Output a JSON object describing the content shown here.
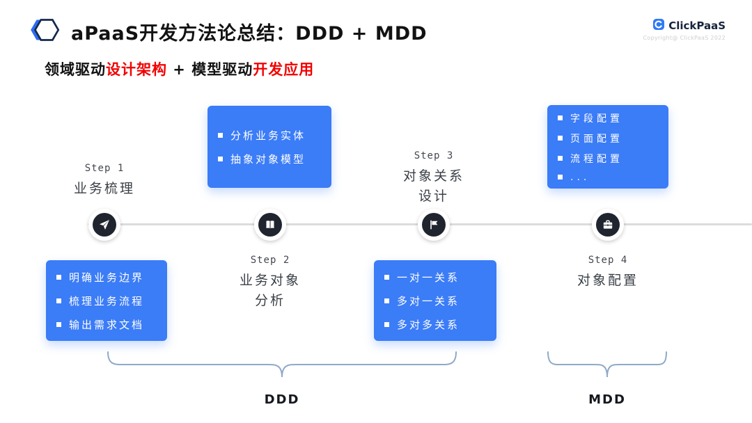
{
  "header": {
    "title": "aPaaS开发方法论总结：DDD + MDD",
    "logo_text": "ClickPaaS",
    "copyright": "Copyright@ ClickPaaS 2022"
  },
  "subtitle": {
    "part1": "领域驱动",
    "part2": "设计架构",
    "part3": " + 模型驱动",
    "part4": "开发应用"
  },
  "steps": [
    {
      "label": "Step 1",
      "title_lines": [
        "业务梳理"
      ],
      "icon": "paper-plane-icon",
      "items": [
        "明确业务边界",
        "梳理业务流程",
        "输出需求文档"
      ]
    },
    {
      "label": "Step 2",
      "title_lines": [
        "业务对象",
        "分析"
      ],
      "icon": "book-icon",
      "items": [
        "分析业务实体",
        "抽象对象模型"
      ]
    },
    {
      "label": "Step 3",
      "title_lines": [
        "对象关系",
        "设计"
      ],
      "icon": "flag-icon",
      "items": [
        "一对一关系",
        "多对一关系",
        "多对多关系"
      ]
    },
    {
      "label": "Step 4",
      "title_lines": [
        "对象配置"
      ],
      "icon": "briefcase-icon",
      "items": [
        "字段配置",
        "页面配置",
        "流程配置",
        "..."
      ]
    }
  ],
  "braces": [
    {
      "label": "DDD"
    },
    {
      "label": "MDD"
    }
  ],
  "colors": {
    "accent_blue": "#3b7cf7",
    "highlight_red": "#f20000",
    "node_dark": "#20242f",
    "timeline_gray": "#dcdcdc",
    "brace_blue_gray": "#8fa9c9"
  }
}
